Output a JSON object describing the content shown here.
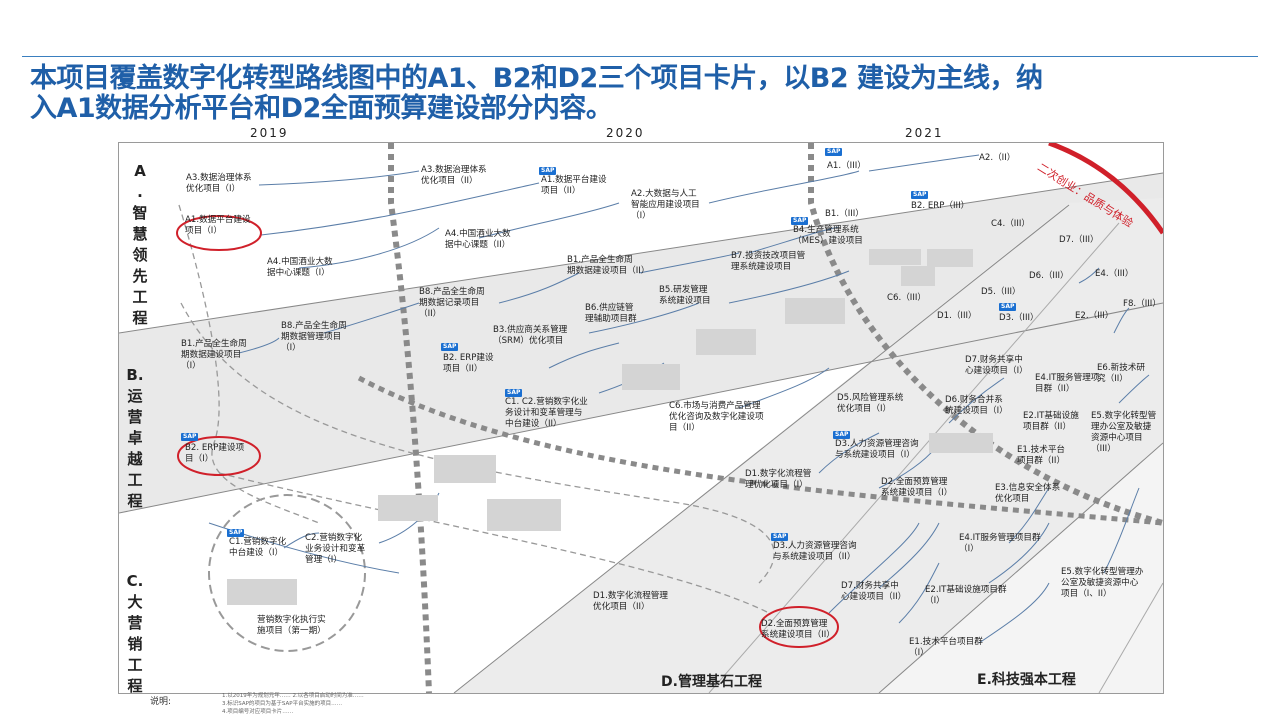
{
  "headline": {
    "line1": "本项目覆盖数字化转型路线图中的A1、B2和D2三个项目卡片，以B2 建设为主线，纳",
    "line2": "入A1数据分析平台和D2全面预算建设部分内容。"
  },
  "years": [
    "2019",
    "2020",
    "2021"
  ],
  "lanes": {
    "a": "A\n.\n智\n慧\n领\n先\n工\n程",
    "b": "B.\n运\n营\n卓\n越\n工\n程",
    "c": "C.\n大\n营\n销\n工\n程"
  },
  "zones": {
    "d": "D.管理基石工程",
    "e": "E.科技强本工程"
  },
  "arc_label": "二次创业：品质与体验",
  "legend": "说明:",
  "notes": "1.以2019年为规划元年…… 2.以各项目启动时间为准……\n3.标识SAP的项目为基于SAP平台实施的项目……\n4.项目编号对应项目卡片……",
  "colors": {
    "title": "#1f5fa8",
    "highlight": "#d0202a",
    "sap": "#1a6fd1",
    "band": "#e6e6e6"
  },
  "cards": [
    {
      "id": "a3a",
      "text": "A3.数据治理体系\n优化项目（I）",
      "sap": false
    },
    {
      "id": "a1",
      "text": "A1.数据平台建设\n项目（I）",
      "sap": false
    },
    {
      "id": "a4",
      "text": "A4.中国酒业大数\n据中心课题（I）",
      "sap": false
    },
    {
      "id": "a3b",
      "text": "A3.数据治理体系\n优化项目（II）",
      "sap": false
    },
    {
      "id": "a1b",
      "text": "A1.数据平台建设\n项目（II）",
      "sap": true
    },
    {
      "id": "a4b",
      "text": "A4.中国酒业大数\n据中心课题（II）",
      "sap": false
    },
    {
      "id": "a2",
      "text": "A2.大数据与人工\n智能应用建设项目\n（I）",
      "sap": false
    },
    {
      "id": "a1c",
      "text": "A1.（III）",
      "sap": true
    },
    {
      "id": "a2b",
      "text": "A2.（II）",
      "sap": false
    },
    {
      "id": "b8a",
      "text": "B8.产品全生命周\n期数据记录项目\n（II）",
      "sap": false
    },
    {
      "id": "b8b",
      "text": "B8.产品全生命周\n期数据管理项目\n（I）",
      "sap": false
    },
    {
      "id": "b1a",
      "text": "B1.产品全生命周\n期数据建设项目\n（I）",
      "sap": false
    },
    {
      "id": "b1b",
      "text": "B1.产品全生命周\n期数据建设项目（II）",
      "sap": false
    },
    {
      "id": "b5",
      "text": "B5.研发管理\n系统建设项目",
      "sap": false
    },
    {
      "id": "b6",
      "text": "B6.供应链管\n理辅助项目群",
      "sap": false
    },
    {
      "id": "b3",
      "text": "B3.供应商关系管理\n（SRM）优化项目",
      "sap": false
    },
    {
      "id": "b2b",
      "text": "B2. ERP建设\n项目（II）",
      "sap": true
    },
    {
      "id": "b7",
      "text": "B7.投资技改项目管\n理系统建设项目",
      "sap": false
    },
    {
      "id": "b4",
      "text": "B4.生产管理系统\n（MES）建设项目",
      "sap": true
    },
    {
      "id": "b1c",
      "text": "B1.（III）",
      "sap": false
    },
    {
      "id": "b2c",
      "text": "B2. ERP（III）",
      "sap": true
    },
    {
      "id": "c4",
      "text": "C4.（III）",
      "sap": false
    },
    {
      "id": "c6b",
      "text": "C6.（III）",
      "sap": false
    },
    {
      "id": "b2a",
      "text": "B2. ERP建设项\n目（I）",
      "sap": true
    },
    {
      "id": "c1a",
      "text": "C1.营销数字化\n中台建设（I）",
      "sap": true
    },
    {
      "id": "c2",
      "text": "C2.营销数字化\n业务设计和变革\n管理（I）",
      "sap": false
    },
    {
      "id": "c1b",
      "text": "C1. C2.营销数字化业\n务设计和变革管理与\n中台建设（II）",
      "sap": true
    },
    {
      "id": "c6",
      "text": "C6.市场与消费产品管理\n优化咨询及数字化建设项\n目（II）",
      "sap": false
    },
    {
      "id": "camp",
      "text": "营销数字化执行实\n施项目（第一期）",
      "sap": false
    },
    {
      "id": "d1a",
      "text": "D1.数字化流程管\n理优化项目（I）",
      "sap": false
    },
    {
      "id": "d1b",
      "text": "D1.数字化流程管理\n优化项目（II）",
      "sap": false
    },
    {
      "id": "d1c",
      "text": "D1.（III）",
      "sap": false
    },
    {
      "id": "d2a",
      "text": "D2.全面预算管理\n系统建设项目（I）",
      "sap": false
    },
    {
      "id": "d2b",
      "text": "D2.全面预算管理\n系统建设项目（II）",
      "sap": false
    },
    {
      "id": "d3a",
      "text": "D3.人力资源管理咨询\n与系统建设项目（I）",
      "sap": true
    },
    {
      "id": "d3b",
      "text": "D3.人力资源管理咨询\n与系统建设项目（II）",
      "sap": true
    },
    {
      "id": "d3c",
      "text": "D3.（III）",
      "sap": true
    },
    {
      "id": "d5",
      "text": "D5.风险管理系统\n优化项目（I）",
      "sap": false
    },
    {
      "id": "d5b",
      "text": "D5.（III）",
      "sap": false
    },
    {
      "id": "d6",
      "text": "D6.财务合并系\n统建设项目（I）",
      "sap": false
    },
    {
      "id": "d6b",
      "text": "D6.（III）",
      "sap": false
    },
    {
      "id": "d7a",
      "text": "D7.财务共享中\n心建设项目（I）",
      "sap": false
    },
    {
      "id": "d7b",
      "text": "D7.财务共享中\n心建设项目（II）",
      "sap": false
    },
    {
      "id": "d7c",
      "text": "D7.（III）",
      "sap": false
    },
    {
      "id": "e1a",
      "text": "E1.技术平台项目群\n（I）",
      "sap": false
    },
    {
      "id": "e1b",
      "text": "E1.技术平台\n项目群（II）",
      "sap": false
    },
    {
      "id": "e2a",
      "text": "E2.IT基础设施项目群\n（I）",
      "sap": false
    },
    {
      "id": "e2b",
      "text": "E2.IT基础设施\n项目群（II）",
      "sap": false
    },
    {
      "id": "e2c",
      "text": "E2.（III）",
      "sap": false
    },
    {
      "id": "e3",
      "text": "E3.信息安全体系\n优化项目",
      "sap": false
    },
    {
      "id": "e4a",
      "text": "E4.IT服务管理项目群\n（I）",
      "sap": false
    },
    {
      "id": "e4b",
      "text": "E4.IT服务管理项\n目群（II）",
      "sap": false
    },
    {
      "id": "e4c",
      "text": "E4.（III）",
      "sap": false
    },
    {
      "id": "e5a",
      "text": "E5.数字化转型管理办\n公室及敏捷资源中心\n项目（I、II）",
      "sap": false
    },
    {
      "id": "e5b",
      "text": "E5.数字化转型管\n理办公室及敏捷\n资源中心项目\n（III）",
      "sap": false
    },
    {
      "id": "e6",
      "text": "E6.新技术研\n究（II）",
      "sap": false
    },
    {
      "id": "f8",
      "text": "F8.（III）",
      "sap": false
    }
  ]
}
